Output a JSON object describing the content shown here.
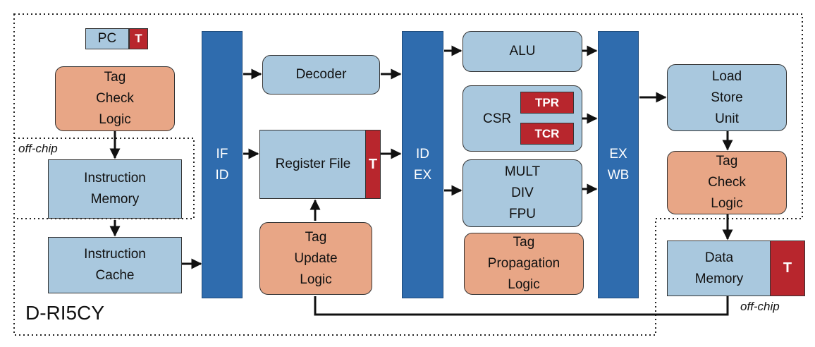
{
  "blocks": {
    "pc": "PC",
    "tag_check_fetch": "Tag\nCheck\nLogic",
    "instruction_memory": "Instruction\nMemory",
    "instruction_cache": "Instruction\nCache",
    "if_id": "IF\nID",
    "decoder": "Decoder",
    "register_file": "Register File",
    "tag_update_logic": "Tag\nUpdate\nLogic",
    "id_ex": "ID\nEX",
    "alu": "ALU",
    "csr": "CSR",
    "tpr": "TPR",
    "tcr": "TCR",
    "mult_div_fpu": "MULT\nDIV\nFPU",
    "tag_propagation_logic": "Tag\nPropagation\nLogic",
    "ex_wb": "EX\nWB",
    "load_store_unit": "Load\nStore\nUnit",
    "tag_check_mem": "Tag\nCheck\nLogic",
    "data_memory": "Data\nMemory"
  },
  "tag_marker": "T",
  "labels": {
    "off_chip_left": "off-chip",
    "off_chip_right": "off-chip",
    "core_name": "D-RI5CY"
  },
  "colors": {
    "functional_block": "#a9c8de",
    "tag_logic_block": "#e8a686",
    "pipeline_register": "#2f6cae",
    "tag_bit": "#b8262d"
  }
}
